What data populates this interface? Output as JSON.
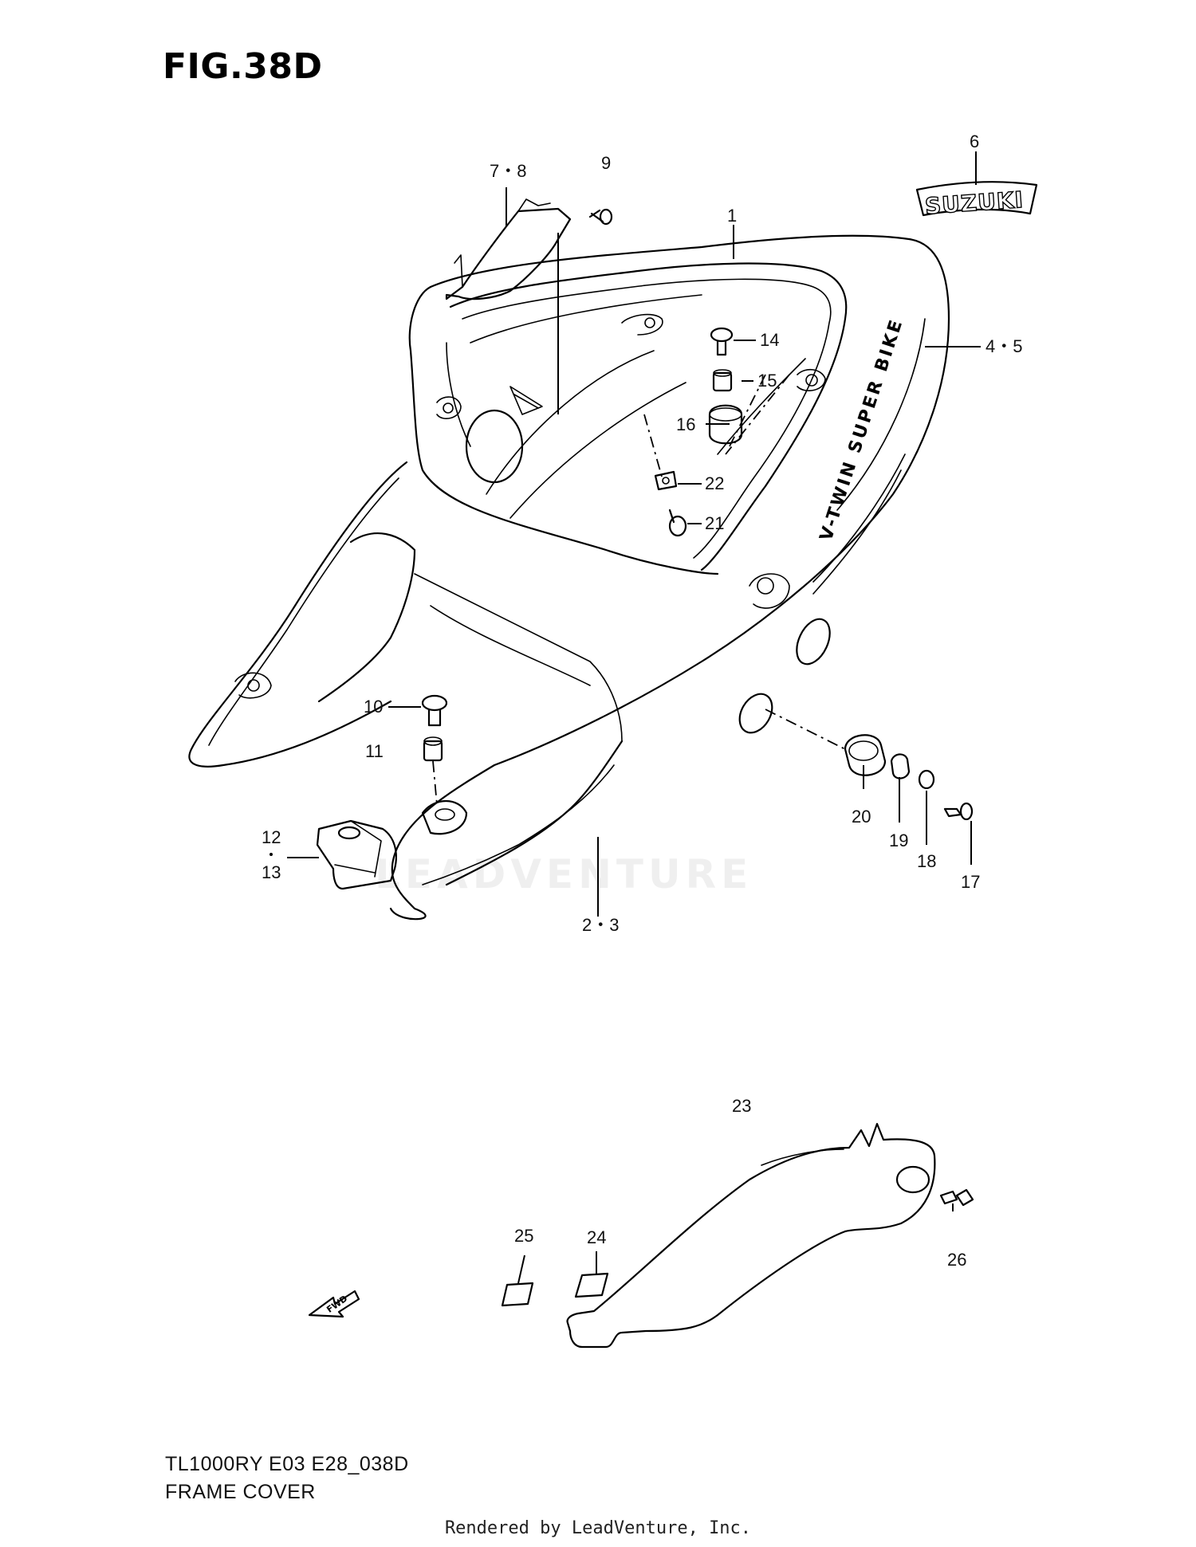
{
  "figure": {
    "title": "FIG.38D"
  },
  "callouts": [
    {
      "id": "c1",
      "label": "1"
    },
    {
      "id": "c45",
      "label": "4・5"
    },
    {
      "id": "c6",
      "label": "6"
    },
    {
      "id": "c78",
      "label": "7・8"
    },
    {
      "id": "c9",
      "label": "9"
    },
    {
      "id": "c14",
      "label": "14"
    },
    {
      "id": "c15",
      "label": "15"
    },
    {
      "id": "c16",
      "label": "16"
    },
    {
      "id": "c22",
      "label": "22"
    },
    {
      "id": "c21",
      "label": "21"
    },
    {
      "id": "c10",
      "label": "10"
    },
    {
      "id": "c11",
      "label": "11"
    },
    {
      "id": "c12",
      "label": "12"
    },
    {
      "id": "c13",
      "label": "13"
    },
    {
      "id": "c20",
      "label": "20"
    },
    {
      "id": "c19",
      "label": "19"
    },
    {
      "id": "c18",
      "label": "18"
    },
    {
      "id": "c17",
      "label": "17"
    },
    {
      "id": "c23",
      "label": "2・3"
    },
    {
      "id": "c23b",
      "label": "23"
    },
    {
      "id": "c24",
      "label": "24"
    },
    {
      "id": "c25",
      "label": "25"
    },
    {
      "id": "c26",
      "label": "26"
    }
  ],
  "emblem_text": "SUZUKI",
  "side_decal_text": "V-TWIN SUPER BIKE",
  "fwd_arrow_text": "FWD",
  "watermark_text": "LEADVENTURE",
  "footer": {
    "model_code": "TL1000RY E03 E28_038D",
    "section_name": "FRAME COVER",
    "credit": "Rendered by LeadVenture, Inc."
  }
}
